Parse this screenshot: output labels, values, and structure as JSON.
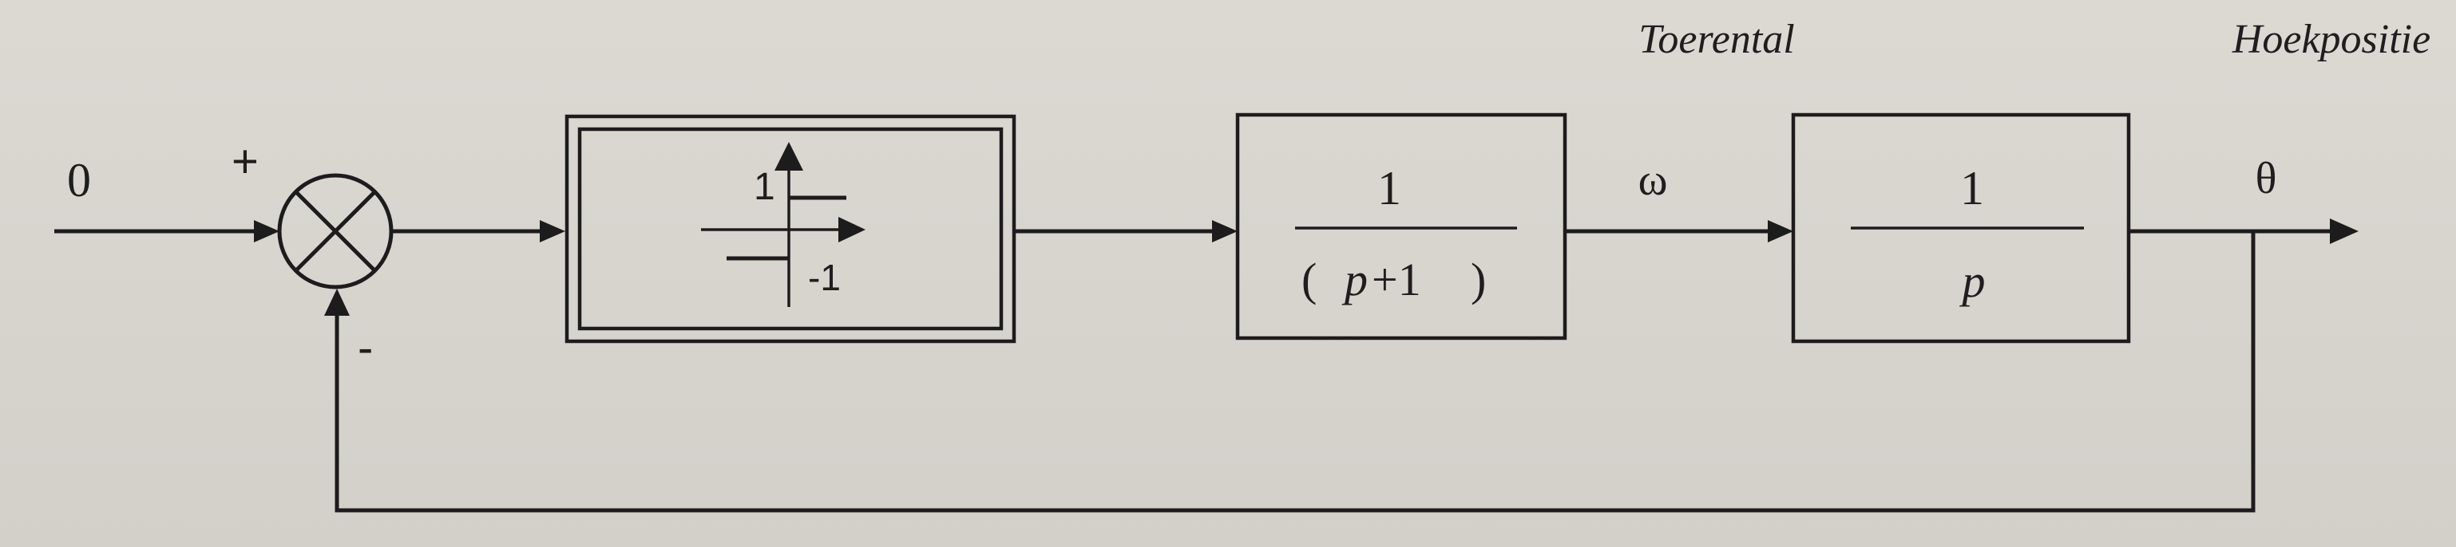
{
  "diagram": {
    "input_value": "0",
    "summing_junction": {
      "plus_sign": "+",
      "minus_sign": "-"
    },
    "relay_block": {
      "upper_level": "1",
      "lower_level": "-1"
    },
    "transfer_block_1": {
      "numerator": "1",
      "denominator_left": "(",
      "denominator_var": "p",
      "denominator_rest": "+1",
      "denominator_right": ")"
    },
    "transfer_block_2": {
      "numerator": "1",
      "denominator": "p"
    },
    "speed_signal": {
      "symbol": "ω",
      "caption": "Toerental"
    },
    "position_signal": {
      "symbol": "θ",
      "caption": "Hoekpositie"
    }
  }
}
